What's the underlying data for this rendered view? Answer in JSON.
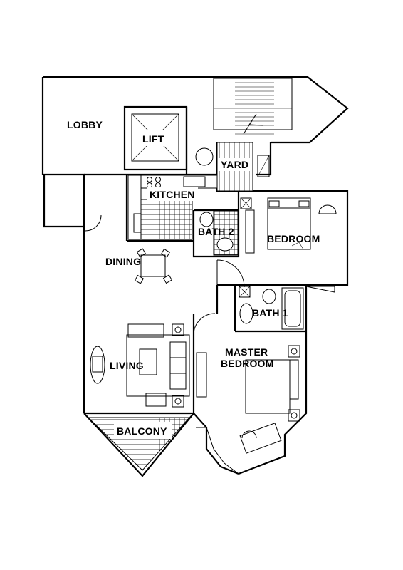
{
  "floor_plan": {
    "rooms": {
      "lobby": "LOBBY",
      "lift": "LIFT",
      "yard": "YARD",
      "kitchen": "KITCHEN",
      "bath2": "BATH 2",
      "bedroom": "BEDROOM",
      "dining": "DINING",
      "bath1": "BATH 1",
      "master_line1": "MASTER",
      "master_line2": "BEDROOM",
      "living": "LIVING",
      "balcony": "BALCONY"
    }
  }
}
